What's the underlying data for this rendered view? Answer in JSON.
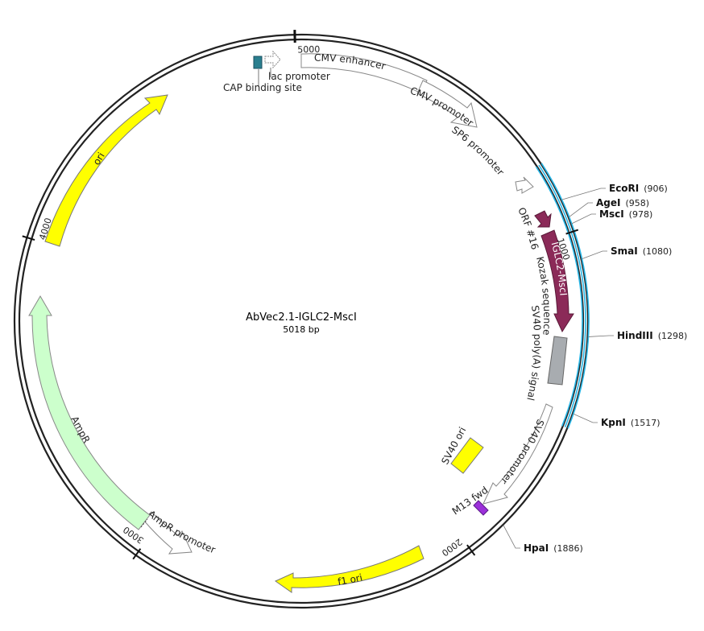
{
  "plasmid": {
    "name": "AbVec2.1-IGLC2-MscI",
    "length_label": "5018 bp",
    "length": 5018
  },
  "colors": {
    "backbone": "#222222",
    "insert": "#29b6e6",
    "ori": "#ffff00",
    "ampr": "#ccffcc",
    "orf": "#8b2a58",
    "polya": "#a8acb0",
    "cap": "#2a7f8f",
    "m13": "#9b30d9",
    "promoter_stroke": "#888888"
  },
  "ticks": [
    {
      "label": "5000",
      "pos": 5000
    },
    {
      "label": "1000",
      "pos": 1000
    },
    {
      "label": "2000",
      "pos": 2000
    },
    {
      "label": "3000",
      "pos": 3000
    },
    {
      "label": "4000",
      "pos": 4000
    }
  ],
  "sites": [
    {
      "name": "EcoRI",
      "pos": 906,
      "pos_label": "(906)"
    },
    {
      "name": "AgeI",
      "pos": 958,
      "pos_label": "(958)"
    },
    {
      "name": "MscI",
      "pos": 978,
      "pos_label": "(978)"
    },
    {
      "name": "SmaI",
      "pos": 1080,
      "pos_label": "(1080)"
    },
    {
      "name": "HindIII",
      "pos": 1298,
      "pos_label": "(1298)"
    },
    {
      "name": "KpnI",
      "pos": 1517,
      "pos_label": "(1517)"
    },
    {
      "name": "HpaI",
      "pos": 1886,
      "pos_label": "(1886)"
    }
  ],
  "features": {
    "cmv_enhancer": "CMV enhancer",
    "cmv_promoter": "CMV promoter",
    "sp6_promoter": "SP6 promoter",
    "orf16": "ORF #16",
    "iglc2": "IGLC2-MscI",
    "kozak": "Kozak sequence",
    "sv40_polya": "SV40 poly(A) signal",
    "sv40_promoter": "SV40 promoter",
    "sv40_ori": "SV40 ori",
    "m13_fwd": "M13 fwd",
    "f1_ori": "f1 ori",
    "ampr_promoter": "AmpR promoter",
    "ampr": "AmpR",
    "ori": "ori",
    "lac_promoter": "lac promoter",
    "cap_site": "CAP binding site"
  }
}
